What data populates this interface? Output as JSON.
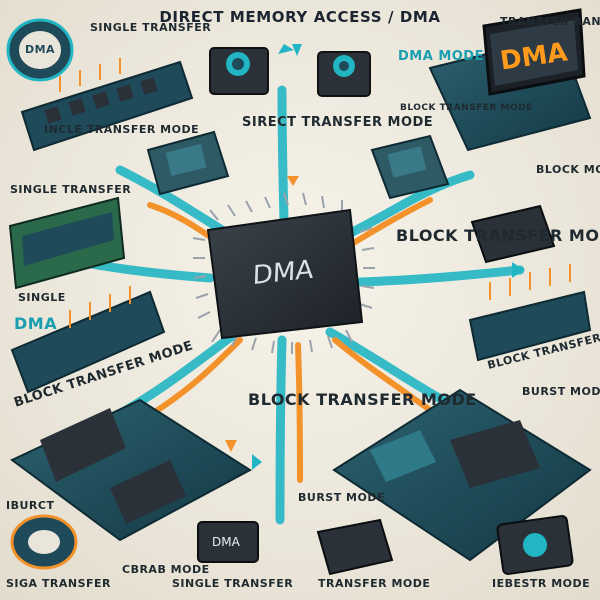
{
  "title": "DIRECT MEMORY ACCESS / DMA",
  "central_chip": "DMA",
  "badge_top_left": "DMA",
  "monitor_top_right": "DMA",
  "chip_bottom_center": "DMA",
  "labels": {
    "single_transfer_tl": "SINGLE TRANSFER",
    "transfer_ranser": "TRANSFER RANSER",
    "dma_mode": "DMA MODE",
    "incle_transfer_mode": "INCLE TRANSFER MODE",
    "sirect_transfer_mode": "SIRECT TRANSFER MODE",
    "garbled_header": "BLOCK TRANSFER MODE",
    "single_transfer_left": "SINGLE TRANSFER",
    "block_mode": "BLOCK MODE",
    "block_transfer_mode_right": "BLOCK TRANSFER MODE",
    "single": "SINGLE",
    "dma_left": "DMA",
    "block_transfer_mode_left": "BLOCK TRANSFER MODE",
    "block_transfer_mode_center": "BLOCK TRANSFER MODE",
    "block_transfer_mode_br": "BLOCK TRANSFER",
    "burst_mode_right": "BURST MODE",
    "iburct": "IBURCT",
    "burst_mode_center": "BURST MODE",
    "siga_transfer": "SIGA TRANSFER",
    "cbrab_mode": "CBRAB MODE",
    "single_transfer_bottom": "SINGLE TRANSFER",
    "transfer_mode_bottom": "TRANSFER MODE",
    "iebestr_mode": "IEBESTR MODE"
  },
  "colors": {
    "teal": "#22b6c4",
    "orange": "#f3922b",
    "chip": "#2b3138",
    "board": "#1f4a5a"
  }
}
